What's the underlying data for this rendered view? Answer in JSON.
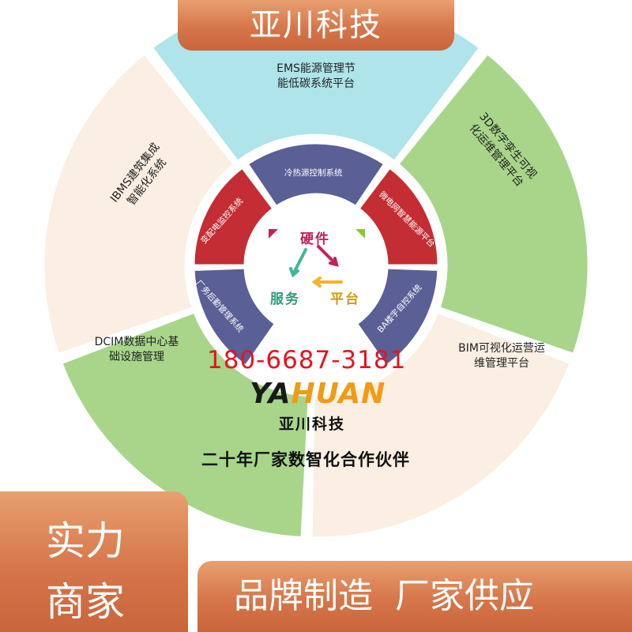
{
  "header": {
    "title": "亚川科技"
  },
  "diagram": {
    "outer_segments": [
      {
        "id": "ems",
        "lines": [
          "EMS能源管理节",
          "能低碳系统平台"
        ]
      },
      {
        "id": "3d",
        "lines": [
          "3D数字孪生可视",
          "化运维管理平台"
        ]
      },
      {
        "id": "bim",
        "lines": [
          "BIM可视化运营运",
          "维管理平台"
        ]
      },
      {
        "id": "dcim",
        "lines": [
          "DCIM数据中心基",
          "础设施管理"
        ]
      },
      {
        "id": "ibms",
        "lines": [
          "IBMS建筑集成",
          "智能化系统"
        ]
      }
    ],
    "inner_segments": [
      {
        "id": "cold-heat",
        "label": "冷热源控制系统"
      },
      {
        "id": "microgrid",
        "label": "微电网智慧能源平台"
      },
      {
        "id": "ba",
        "label": "BA楼宇自控系统"
      },
      {
        "id": "factory",
        "label": "厂务后勤管理系统"
      },
      {
        "id": "substation",
        "label": "变配电监控系统"
      }
    ],
    "center": {
      "top": "硬件",
      "left": "服务",
      "right": "平台"
    }
  },
  "contact": {
    "phone": "180-6687-3181"
  },
  "brand": {
    "logo_part1": "YA",
    "logo_part2": "HUAN",
    "name": "亚川科技",
    "tagline": "二十年厂家数智化合作伙伴"
  },
  "badges": {
    "left_line1": "实力",
    "left_line2": "商家",
    "right": "品牌制造  厂家供应"
  },
  "colors": {
    "banner": "#d6764a",
    "ems": "#aee4ea",
    "green": "#a8d58a",
    "cream": "#fbeee2",
    "inner_red": "#c42d33",
    "inner_blue": "#5a5f96",
    "phone": "#e8121e",
    "logo_accent": "#f19a12"
  }
}
